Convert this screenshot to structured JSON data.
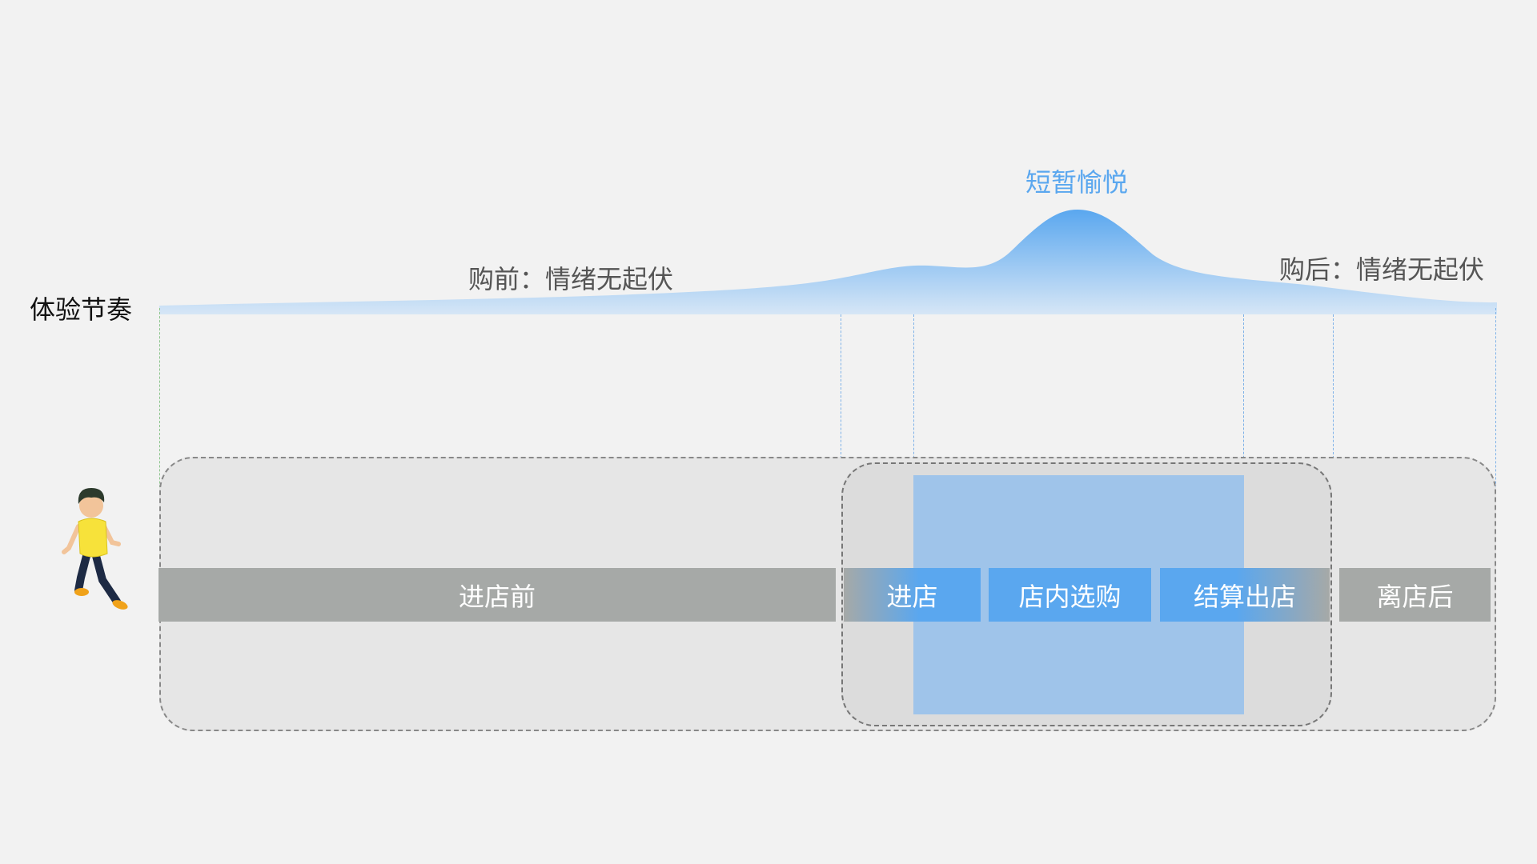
{
  "row_title": "体验节奏",
  "curve_labels": {
    "pre": "购前：情绪无起伏",
    "peak": "短暂愉悦",
    "post": "购后：情绪无起伏"
  },
  "stages": [
    {
      "label": "进店前"
    },
    {
      "label": "进店"
    },
    {
      "label": "店内选购"
    },
    {
      "label": "结算出店"
    },
    {
      "label": "离店后"
    }
  ],
  "colors": {
    "background": "#f2f2f2",
    "accent_blue": "#5aa7ef",
    "stage_grey": "#a6a9a7",
    "focus_blue": "#9fc4ea"
  },
  "icons": {
    "person": "walking-boy-figure"
  }
}
